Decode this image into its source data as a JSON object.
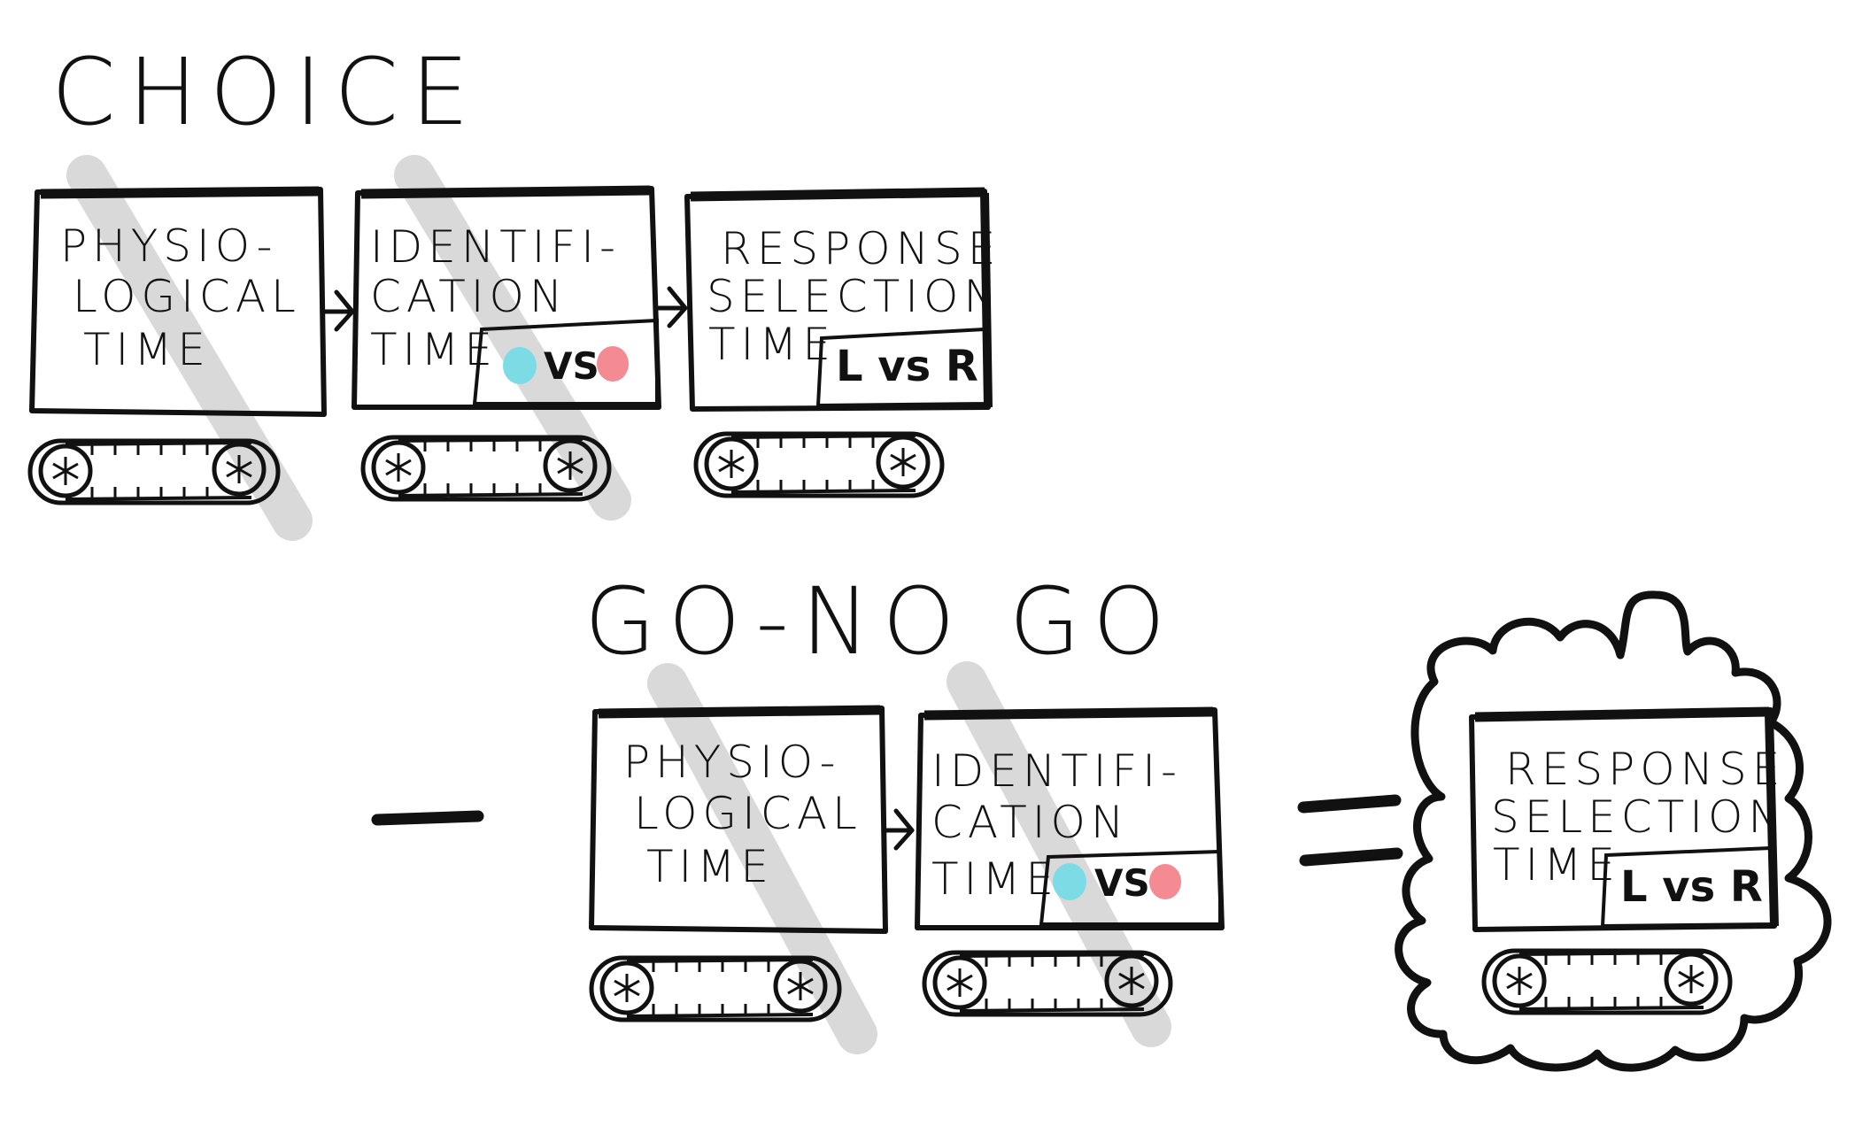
{
  "titles": {
    "top": "CHOICE",
    "bottom": "GO-NO GO"
  },
  "stages": {
    "physio": [
      "PHYSIO-",
      "LOGICAL",
      "TIME"
    ],
    "ident": [
      "IDENTIFI-",
      "CATION",
      "TIME"
    ],
    "response": [
      "RESPONSE",
      "SELECTION",
      "TIME"
    ]
  },
  "ident_inset": {
    "vs": "VS"
  },
  "response_inset": {
    "text": "L vs R"
  },
  "colors": {
    "ink": "#111111",
    "highlight": "#d9d9d9",
    "cyan_dot": "#7ddbe6",
    "pink_dot": "#f48a92"
  },
  "icons": {
    "conveyor": "conveyor-belt-icon",
    "arrow": "right-arrow-icon",
    "cloud": "thought-cloud-icon"
  }
}
